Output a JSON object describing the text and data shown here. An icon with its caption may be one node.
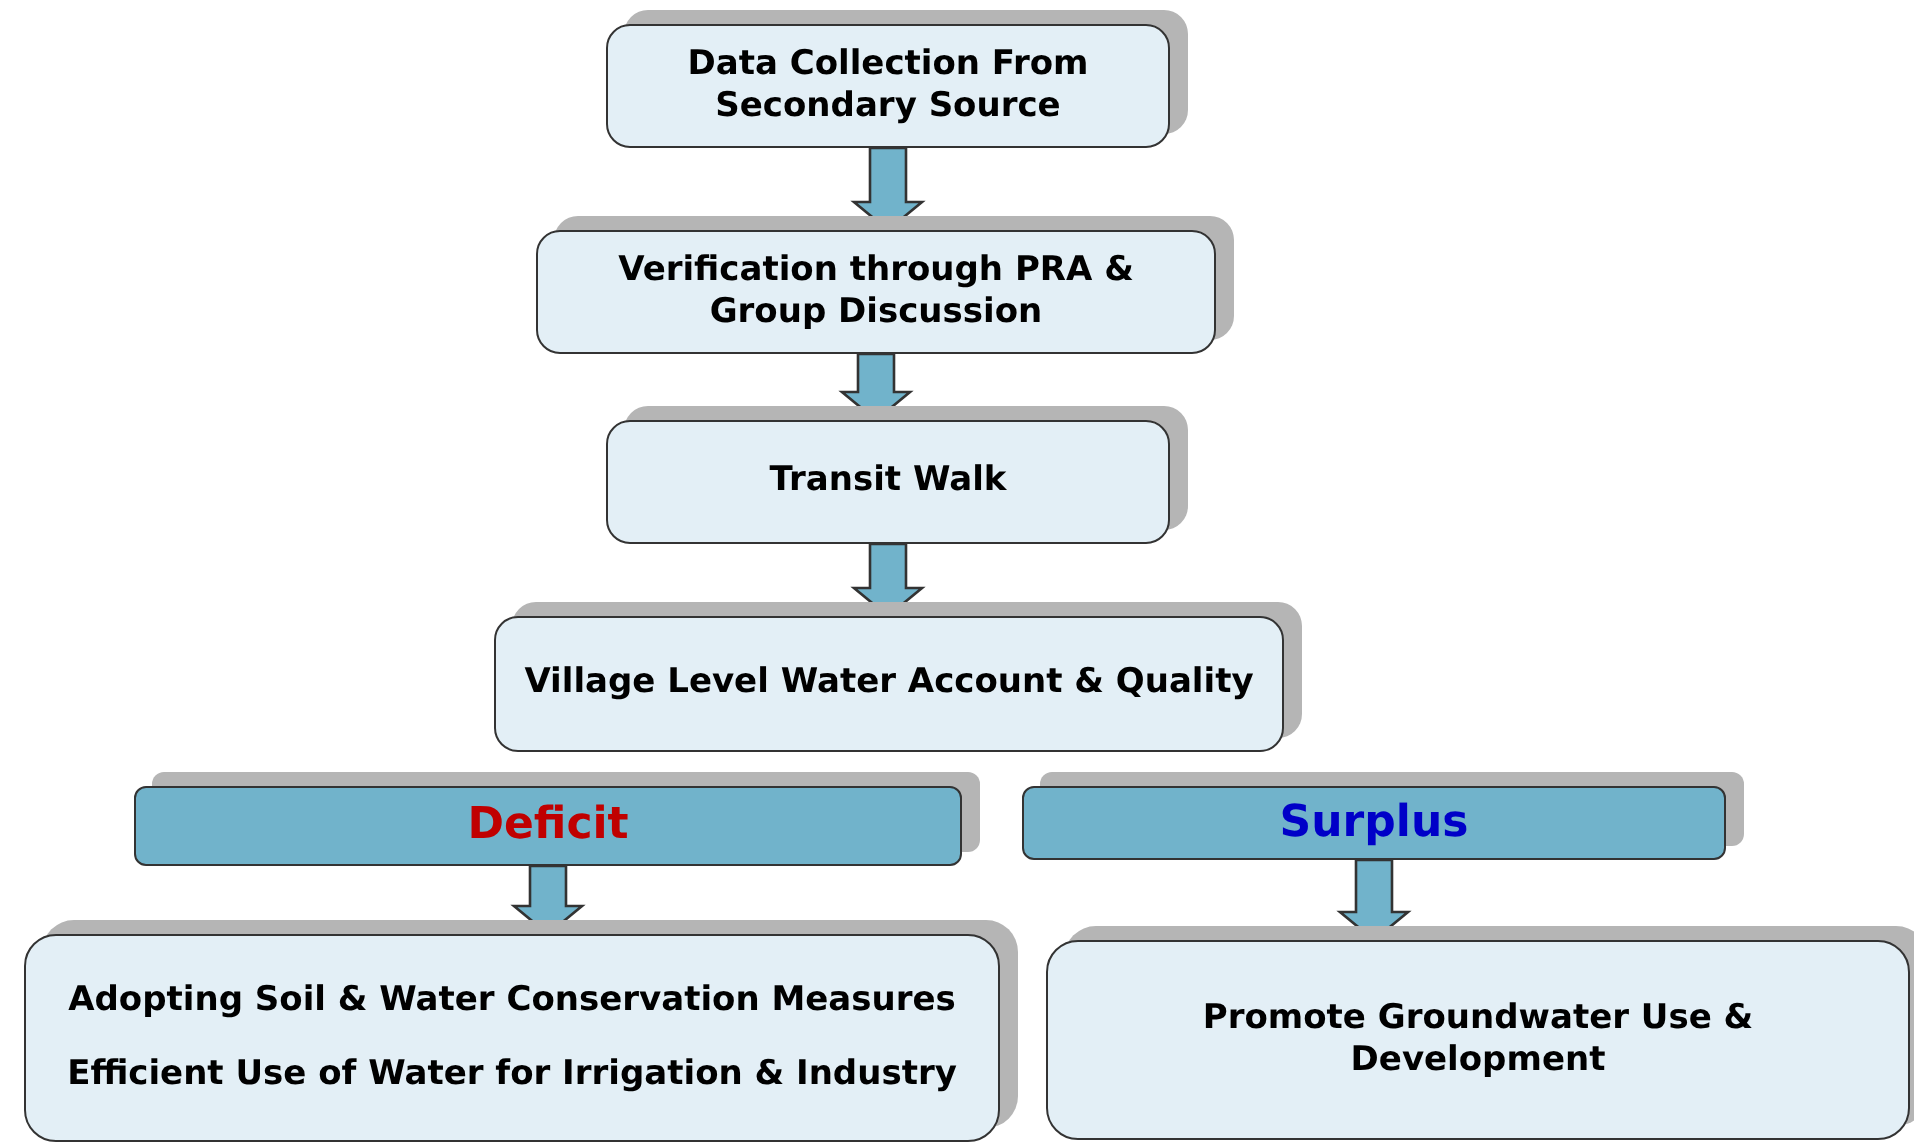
{
  "diagram": {
    "nodes": [
      {
        "text": [
          "Data Collection From Secondary Source"
        ]
      },
      {
        "text": [
          "Verification through PRA & Group Discussion"
        ]
      },
      {
        "text": [
          "Transit Walk"
        ]
      },
      {
        "text": [
          "Village Level Water Account & Quality"
        ]
      },
      {
        "text": [
          "Deficit"
        ]
      },
      {
        "text": [
          "Surplus"
        ]
      },
      {
        "text": [
          "Adopting Soil & Water Conservation Measures",
          "Efficient Use of Water for Irrigation & Industry"
        ]
      },
      {
        "text": [
          "Promote Groundwater Use & Development"
        ]
      }
    ],
    "edges": [
      {
        "from": 0,
        "to": 1,
        "arrow": "to"
      },
      {
        "from": 1,
        "to": 2,
        "arrow": "to"
      },
      {
        "from": 2,
        "to": 3,
        "arrow": "to"
      },
      {
        "from": 4,
        "to": 6,
        "arrow": "to"
      },
      {
        "from": 5,
        "to": 7,
        "arrow": "to"
      }
    ]
  }
}
